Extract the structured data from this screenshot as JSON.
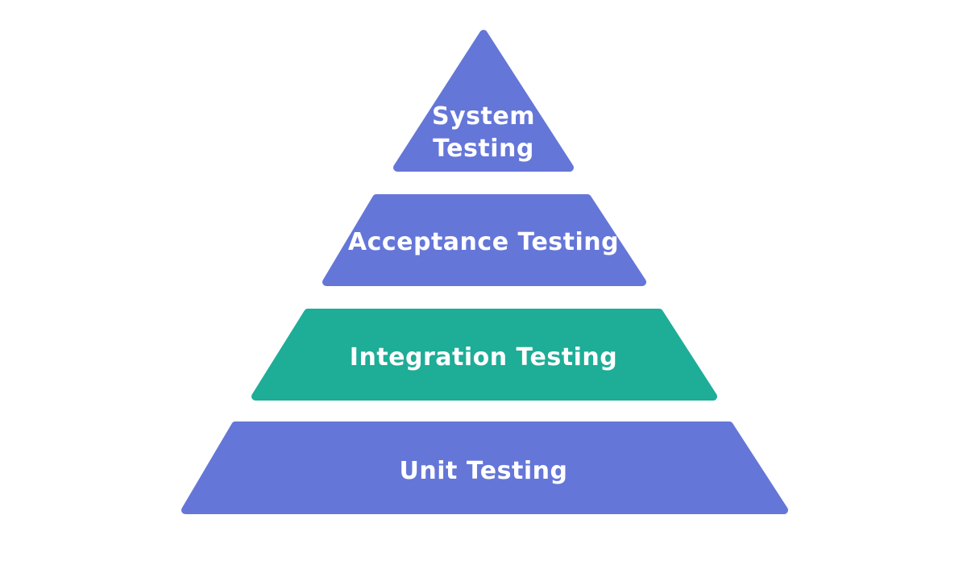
{
  "background_color": "#ffffff",
  "pyramid": {
    "levels": [
      {
        "label": "System Testing",
        "lines": [
          "System",
          "Testing"
        ],
        "color": "#6576d9",
        "text_color": "#ffffff"
      },
      {
        "label": "Acceptance Testing",
        "color": "#6576d9",
        "text_color": "#ffffff"
      },
      {
        "label": "Integration Testing",
        "color": "#1ead97",
        "text_color": "#ffffff"
      },
      {
        "label": "Unit Testing",
        "color": "#6576d9",
        "text_color": "#ffffff"
      }
    ]
  }
}
